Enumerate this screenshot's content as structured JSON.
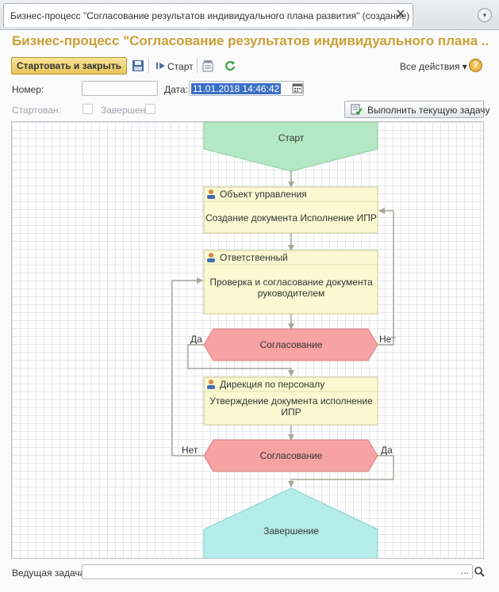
{
  "window": {
    "tab_title": "Бизнес-процесс \"Согласование результатов индивидуального плана развития\" (создание)",
    "close_glyph": "✕",
    "menu_glyph": "▾"
  },
  "page": {
    "title": "Бизнес-процесс \"Согласование результатов индивидуального плана ..."
  },
  "toolbar": {
    "start_close_label": "Стартовать и закрыть",
    "start_label": "Старт",
    "all_actions_label": "Все действия ▾",
    "help_glyph": "?"
  },
  "form": {
    "number_label": "Номер:",
    "number_value": "",
    "date_label": "Дата:",
    "date_value": "11.01.2018 14:46:42",
    "started_label": "Стартован:",
    "completed_label": "Завершен:",
    "execute_task_label": "Выполнить текущую задачу",
    "lead_task_label": "Ведущая задача:",
    "lead_task_value": "",
    "lead_dots": "..."
  },
  "flow": {
    "start": "Старт",
    "task1_role": "Объект управления",
    "task1_text": "Создание документа Исполнение ИПР",
    "task2_role": "Ответственный",
    "task2_text_line1": "Проверка и согласование документа",
    "task2_text_line2": "руководителем",
    "decision1": "Согласование",
    "decision1_yes": "Да",
    "decision1_no": "Нет",
    "task3_role": "Дирекция по персоналу",
    "task3_text_line1": "Утверждение документа исполнение",
    "task3_text_line2": "ИПР",
    "decision2": "Согласование",
    "decision2_yes": "Да",
    "decision2_no": "Нет",
    "end": "Завершение"
  },
  "colors": {
    "title_gold": "#c9a036",
    "start_green": "#b4e8c4",
    "task_yellow": "#fbf8d2",
    "decision_red": "#f7a3a3",
    "end_cyan": "#b4ede9",
    "connector": "#a8a89a"
  },
  "icons": [
    "save-icon",
    "start-icon",
    "copy-icon",
    "refresh-icon",
    "calendar-icon",
    "execute-task-icon",
    "user-icon",
    "search-icon"
  ]
}
